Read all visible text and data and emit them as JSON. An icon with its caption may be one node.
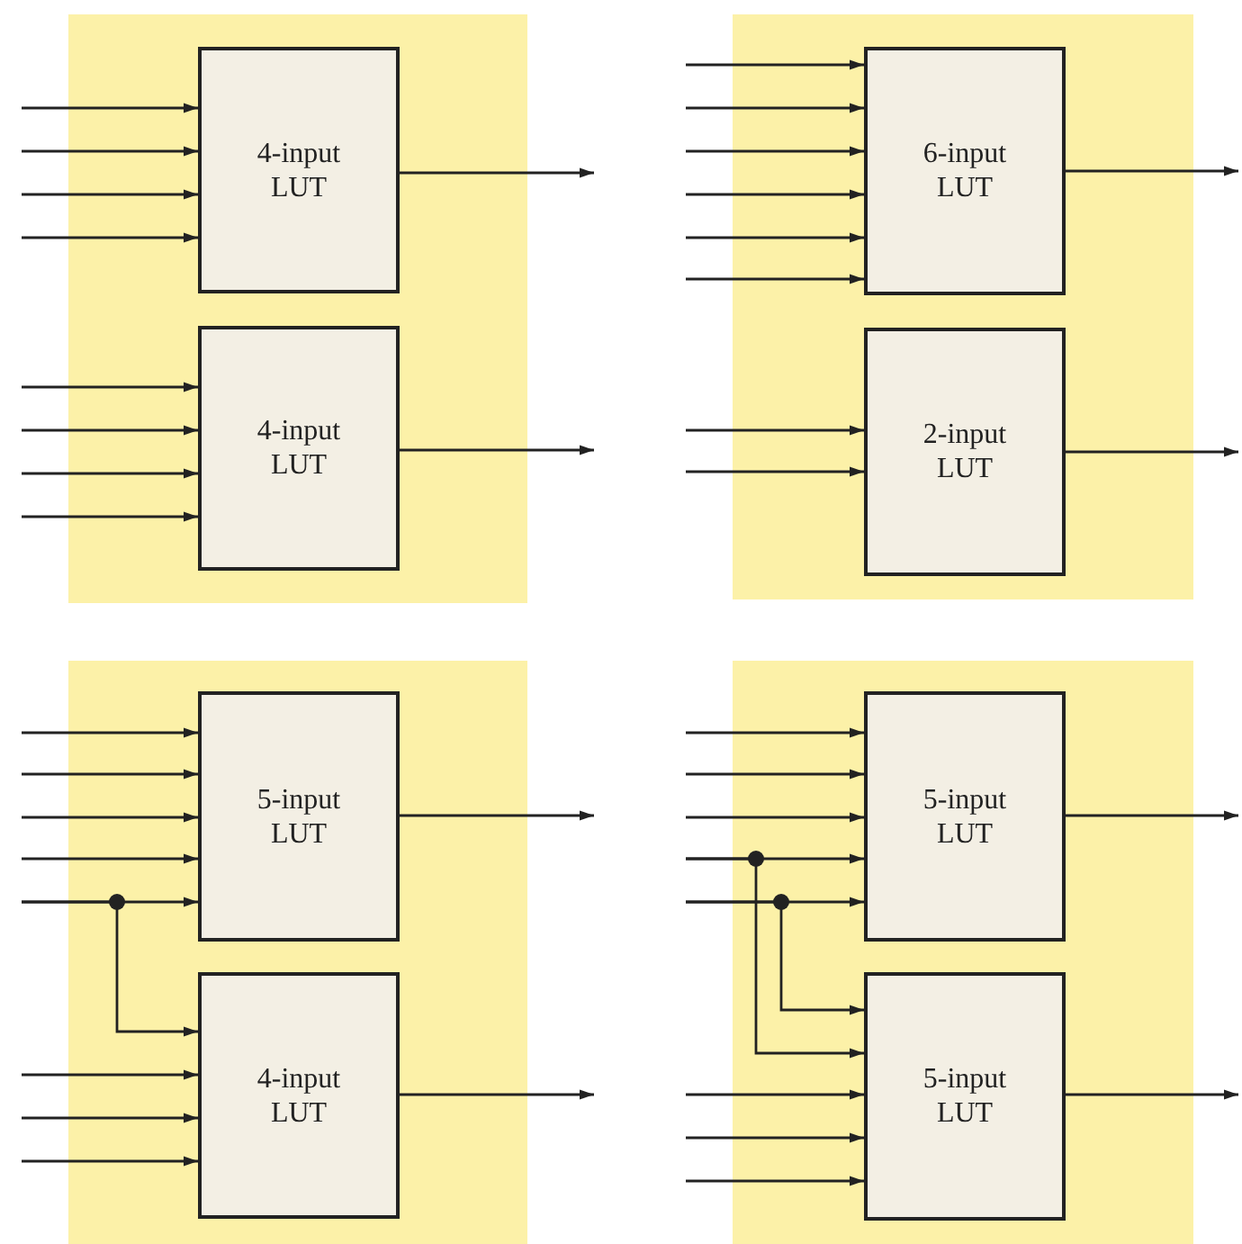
{
  "diagram": {
    "nodes": [
      {
        "text": [],
        "shape": "box"
      },
      {
        "text": [
          "4-input LUT"
        ],
        "in": 0
      },
      {
        "text": [
          "4-input LUT"
        ],
        "in": 0
      },
      {
        "text": [],
        "shape": "box"
      },
      {
        "text": [
          "6-input LUT"
        ],
        "in": 3
      },
      {
        "text": [
          "2-input LUT"
        ],
        "in": 3
      },
      {
        "text": [],
        "shape": "box"
      },
      {
        "text": [
          "5-input LUT"
        ],
        "in": 6
      },
      {
        "text": [
          "4-input LUT"
        ],
        "in": 6
      },
      {
        "text": [],
        "shape": "box"
      },
      {
        "text": [
          "5-input LUT"
        ],
        "in": 9
      },
      {
        "text": [
          "5-input LUT"
        ],
        "in": 9
      }
    ],
    "edges": [
      {
        "from": null,
        "to": 1,
        "arrow": "to"
      },
      {
        "from": null,
        "to": 1,
        "arrow": "to"
      },
      {
        "from": null,
        "to": 1,
        "arrow": "to"
      },
      {
        "from": null,
        "to": 1,
        "arrow": "to"
      },
      {
        "from": 1,
        "to": null,
        "arrow": "to"
      },
      {
        "from": null,
        "to": 2,
        "arrow": "to"
      },
      {
        "from": null,
        "to": 2,
        "arrow": "to"
      },
      {
        "from": null,
        "to": 2,
        "arrow": "to"
      },
      {
        "from": null,
        "to": 2,
        "arrow": "to"
      },
      {
        "from": 2,
        "to": null,
        "arrow": "to"
      },
      {
        "from": null,
        "to": 4,
        "arrow": "to"
      },
      {
        "from": null,
        "to": 4,
        "arrow": "to"
      },
      {
        "from": null,
        "to": 4,
        "arrow": "to"
      },
      {
        "from": null,
        "to": 4,
        "arrow": "to"
      },
      {
        "from": null,
        "to": 4,
        "arrow": "to"
      },
      {
        "from": null,
        "to": 4,
        "arrow": "to"
      },
      {
        "from": 4,
        "to": null,
        "arrow": "to"
      },
      {
        "from": null,
        "to": 5,
        "arrow": "to"
      },
      {
        "from": null,
        "to": 5,
        "arrow": "to"
      },
      {
        "from": 5,
        "to": null,
        "arrow": "to"
      },
      {
        "from": null,
        "to": 7,
        "arrow": "to"
      },
      {
        "from": null,
        "to": 7,
        "arrow": "to"
      },
      {
        "from": null,
        "to": 7,
        "arrow": "to"
      },
      {
        "from": null,
        "to": 7,
        "arrow": "to"
      },
      {
        "from": null,
        "to": 7,
        "arrow": "to"
      },
      {
        "from": 7,
        "to": null,
        "arrow": "to"
      },
      {
        "from": null,
        "to": 8,
        "arrow": "to"
      },
      {
        "from": null,
        "to": 8,
        "arrow": "to"
      },
      {
        "from": null,
        "to": 8,
        "arrow": "to"
      },
      {
        "from": null,
        "to": 8,
        "arrow": "to"
      },
      {
        "from": 8,
        "to": null,
        "arrow": "to"
      },
      {
        "from": null,
        "to": 10,
        "arrow": "to"
      },
      {
        "from": null,
        "to": 10,
        "arrow": "to"
      },
      {
        "from": null,
        "to": 10,
        "arrow": "to"
      },
      {
        "from": null,
        "to": 10,
        "arrow": "to"
      },
      {
        "from": null,
        "to": 10,
        "arrow": "to"
      },
      {
        "from": 10,
        "to": null,
        "arrow": "to"
      },
      {
        "from": null,
        "to": 11,
        "arrow": "to"
      },
      {
        "from": null,
        "to": 11,
        "arrow": "to"
      },
      {
        "from": null,
        "to": 11,
        "arrow": "to"
      },
      {
        "from": null,
        "to": 11,
        "arrow": "to"
      },
      {
        "from": null,
        "to": 11,
        "arrow": "to"
      },
      {
        "from": 11,
        "to": null,
        "arrow": "to"
      }
    ]
  }
}
